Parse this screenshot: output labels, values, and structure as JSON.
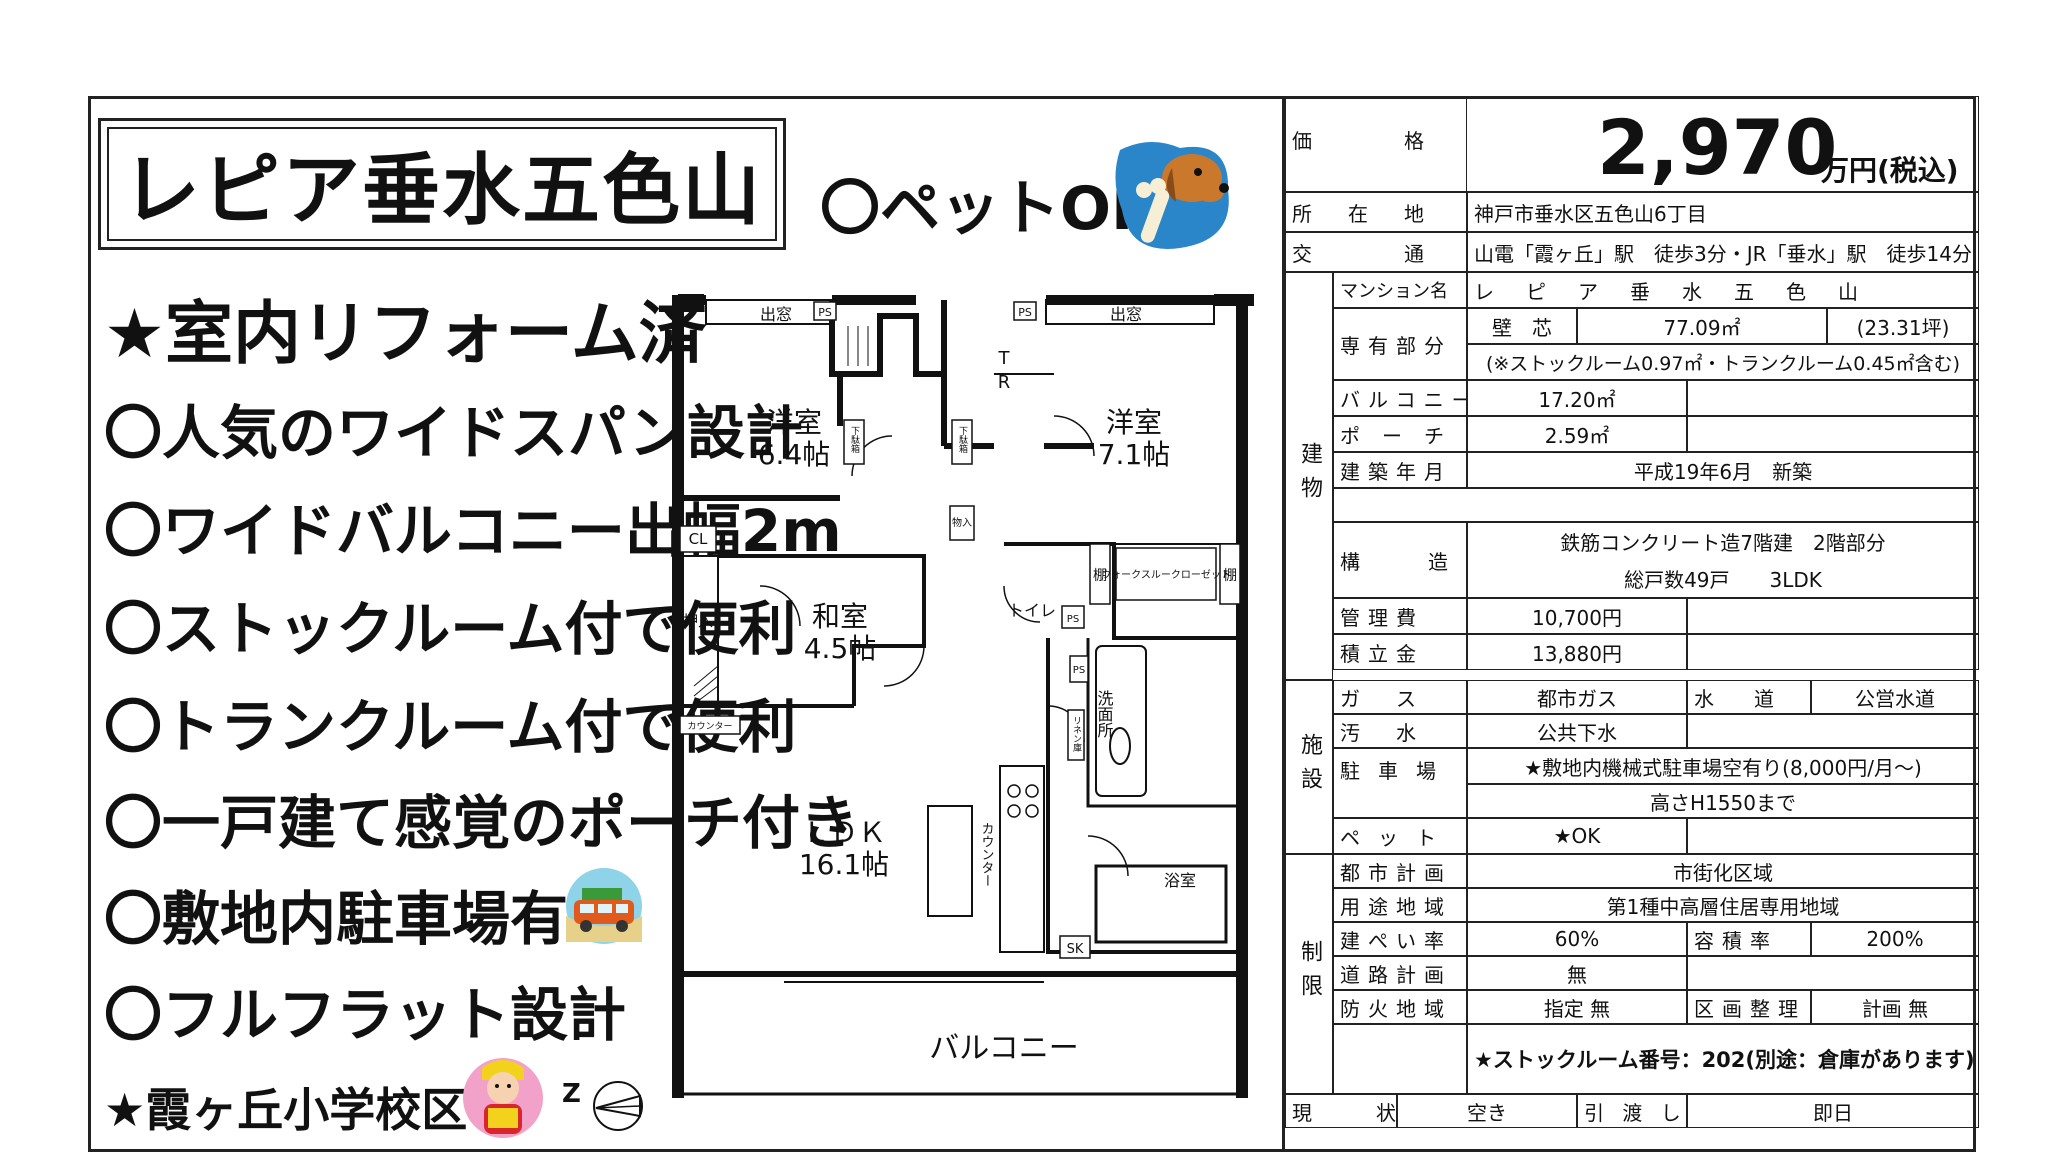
{
  "title": "レピア垂水五色山",
  "pet_ok": "〇ペットOK",
  "features": [
    "★室内リフォーム済",
    "〇人気のワイドスパン設計",
    "〇ワイドバルコニー出幅2m",
    "〇ストックルーム付で便利",
    "〇トランクルーム付で便利",
    "〇一戸建て感覚のポーチ付き",
    "〇敷地内駐車場有",
    "〇フルフラット設計",
    "★霞ヶ丘小学校区"
  ],
  "icons": [
    "dog-with-bone-icon",
    "car-icon",
    "child-icon",
    "north-arrow-icon"
  ],
  "floorplan": {
    "room_west_name": "洋室",
    "room_west_size": "6.4帖",
    "room_east_name": "洋室",
    "room_east_size": "7.1帖",
    "washitsu_name": "和室",
    "washitsu_size": "4.5帖",
    "ldk_name": "ＬＤＫ",
    "ldk_size": "16.1帖",
    "balcony": "バルコニー",
    "demado": "出窓",
    "ps": "PS",
    "tr_t": "T",
    "tr_r": "R",
    "getabako": "下駄箱",
    "monoire": "物入",
    "cl": "CL",
    "oshiire": "押入",
    "counter_small": "カウンター",
    "toilet": "トイレ",
    "tana": "棚",
    "walkin": "ウォークスルークローゼット",
    "senmen": "洗面所",
    "linen": "リネン庫",
    "counter_ldk": "カウンター",
    "yokushitsu": "浴室",
    "sk": "SK",
    "north": "Z"
  },
  "info": {
    "price_label": "価　　　格",
    "price_value": "2,970",
    "price_unit": "万円(税込)",
    "address_label": "所　在　地",
    "address_value": "神戸市垂水区五色山6丁目",
    "transport_label": "交　　　通",
    "transport_value": "山電「霞ヶ丘」駅　徒歩3分・JR「垂水」駅　徒歩14分",
    "building_section": "建物",
    "mansion_label": "マンション名",
    "mansion_value": "レ　ピ　ア　垂　水　五　色　山",
    "area_label": "専有部分",
    "area_type": "壁　芯",
    "area_value": "77.09㎡",
    "area_tsubo": "(23.31坪)",
    "area_note": "(※ストックルーム0.97㎡・トランクルーム0.45㎡含む)",
    "balcony_label": "バルコニー",
    "balcony_value": "17.20㎡",
    "porch_label": "ポーチ",
    "porch_value": "2.59㎡",
    "built_label": "建築年月",
    "built_value": "平成19年6月　新築",
    "structure_label": "構　造",
    "structure_value1": "鉄筋コンクリート造7階建　2階部分",
    "structure_value2": "総戸数49戸　　3LDK",
    "mgmt_label": "管理費",
    "mgmt_value": "10,700円",
    "reserve_label": "積立金",
    "reserve_value": "13,880円",
    "facility_section": "施設",
    "gas_label": "ガス",
    "gas_value": "都市ガス",
    "water_label": "水　　道",
    "water_value": "公営水道",
    "sewage_label": "汚水",
    "sewage_value": "公共下水",
    "parking_label": "駐車場",
    "parking_value": "★敷地内機械式駐車場空有り(8,000円/月～)",
    "parking_note": "高さH1550まで",
    "pet_label": "ペット",
    "pet_value": "★OK",
    "limit_section": "制限",
    "city_label": "都市計画",
    "city_value": "市街化区域",
    "use_label": "用途地域",
    "use_value": "第1種中高層住居専用地域",
    "bcr_label": "建ぺい率",
    "bcr_value": "60%",
    "far_label": "容積率",
    "far_value": "200%",
    "road_label": "道路計画",
    "road_value": "無",
    "fire_label": "防火地域",
    "fire_value": "指定 無",
    "zone_label": "区画整理",
    "zone_value": "計画 無",
    "stock_note": "★ストックルーム番号：202(別途：倉庫があります)",
    "status_label": "現　　状",
    "status_value": "空き",
    "delivery_label": "引 渡 し",
    "delivery_value": "即日"
  }
}
